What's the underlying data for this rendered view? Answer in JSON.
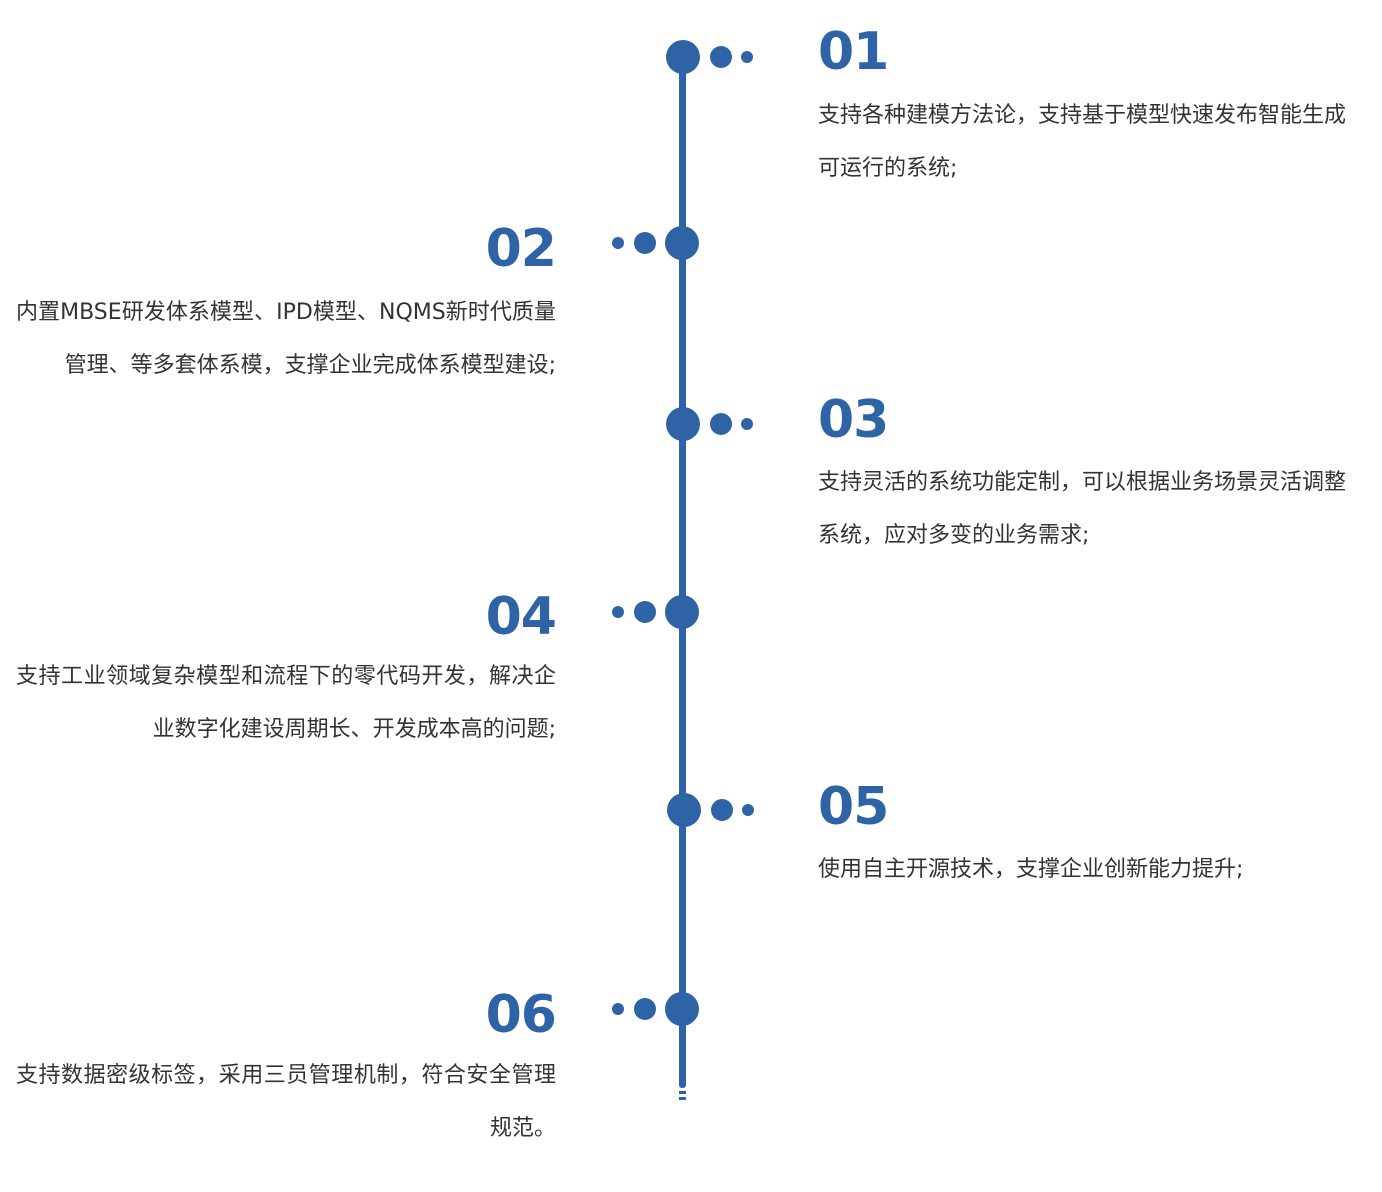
{
  "accent_color": "#2e63a6",
  "items": [
    {
      "number": "01",
      "text": "支持各种建模方法论，支持基于模型快速发布智能生成可运行的系统;"
    },
    {
      "number": "02",
      "text": "内置MBSE研发体系模型、IPD模型、NQMS新时代质量管理、等多套体系模，支撑企业完成体系模型建设;"
    },
    {
      "number": "03",
      "text": "支持灵活的系统功能定制，可以根据业务场景灵活调整系统，应对多变的业务需求;"
    },
    {
      "number": "04",
      "text": "支持工业领域复杂模型和流程下的零代码开发，解决企业数字化建设周期长、开发成本高的问题;"
    },
    {
      "number": "05",
      "text": "使用自主开源技术，支撑企业创新能力提升;"
    },
    {
      "number": "06",
      "text": "支持数据密级标签，采用三员管理机制，符合安全管理规范。"
    }
  ]
}
